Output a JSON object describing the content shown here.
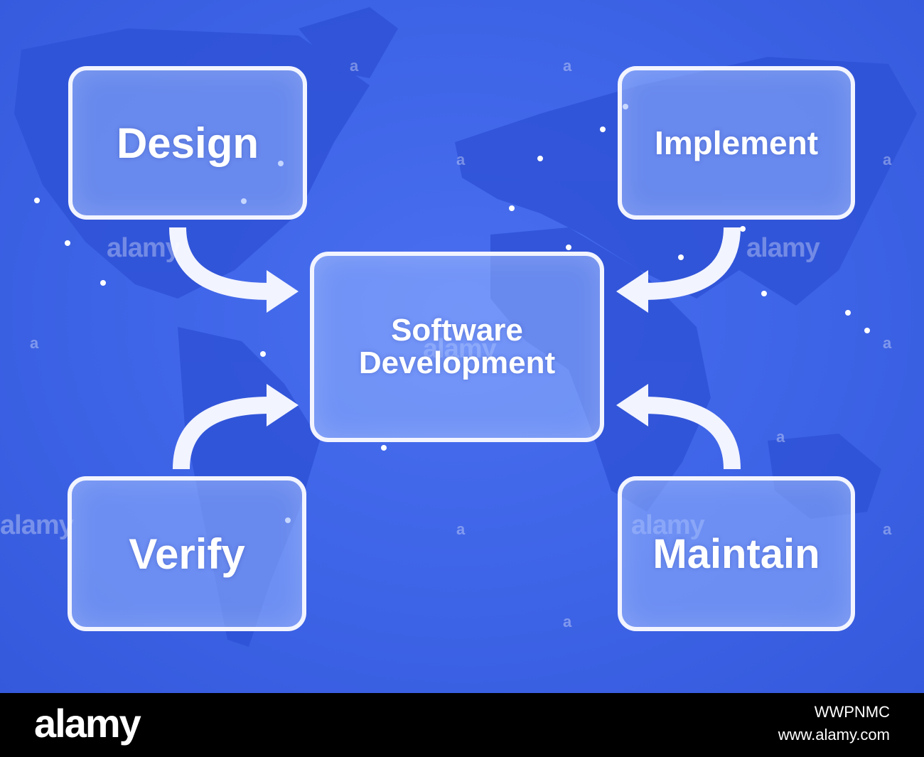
{
  "diagram": {
    "center": {
      "line1": "Software",
      "line2": "Development"
    },
    "nodes": {
      "design": "Design",
      "implement": "Implement",
      "verify": "Verify",
      "maintain": "Maintain"
    }
  },
  "watermark": {
    "text": "alamy",
    "letter": "a"
  },
  "footer": {
    "logo": "alamy",
    "image_id": "WWPNMC",
    "url": "www.alamy.com"
  },
  "colors": {
    "background": "#3d63e6",
    "box_border": "#f2f4ff",
    "arrow": "#f2f4ff",
    "footer": "#000000"
  }
}
